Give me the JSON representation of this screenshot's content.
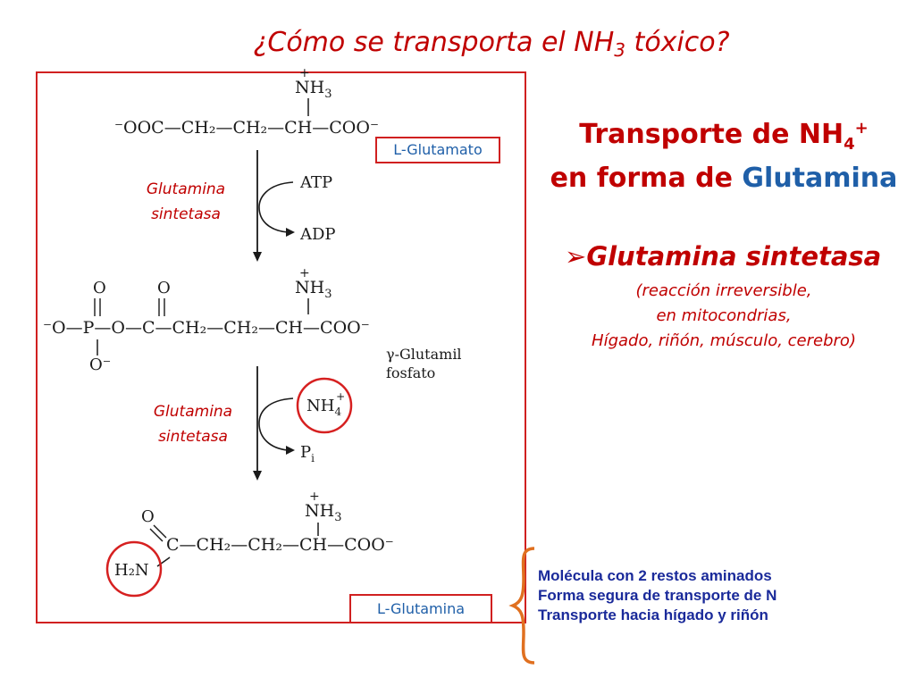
{
  "title": {
    "pre": "¿Cómo se transporta el NH",
    "sub": "3",
    "post": " tóxico?"
  },
  "scheme": {
    "glutamate": {
      "nh3": "NH",
      "nh3_sub": "3",
      "plus": "+",
      "chain": "⁻OOC—CH₂—CH₂—CH—COO⁻"
    },
    "step1": {
      "atp": "ATP",
      "adp": "ADP"
    },
    "gamma_glutamyl_phosphate": {
      "nh3": "NH",
      "nh3_sub": "3",
      "plus": "+",
      "o_top1": "O",
      "o_top2": "O",
      "o_bottom": "O⁻",
      "chain": "⁻O—P—O—C—CH₂—CH₂—CH—COO⁻",
      "label_line1": "γ-Glutamil",
      "label_line2": "fosfato"
    },
    "step2": {
      "nh4": "NH",
      "nh4_sub": "4",
      "nh4_plus": "+",
      "pi": "P",
      "pi_sub": "i"
    },
    "glutamine": {
      "nh3": "NH",
      "nh3_sub": "3",
      "plus": "+",
      "o_top": "O",
      "chain": "C—CH₂—CH₂—CH—COO⁻",
      "h2n": "H₂N"
    }
  },
  "enzyme_labels": [
    {
      "line1": "Glutamina",
      "line2": "sintetasa"
    },
    {
      "line1": "Glutamina",
      "line2": "sintetasa"
    }
  ],
  "labels": {
    "glutamate": "L-Glutamato",
    "glutamine": "L-Glutamina"
  },
  "right": {
    "heading_line1_pre": "Transporte de  NH",
    "heading_line1_sub": "4",
    "heading_line1_sup": "+",
    "heading_line2_pre": "en forma de ",
    "heading_line2_blue": "Glutamina",
    "bullet_symbol": "➢",
    "bullet_text": "Glutamina sintetasa",
    "notes": [
      "(reacción irreversible,",
      "en mitocondrias,",
      "Hígado, riñón, músculo, cerebro)"
    ]
  },
  "brace_notes": [
    "Molécula con 2 restos aminados",
    "Forma segura de transporte de N",
    "Transporte hacia hígado y riñón"
  ],
  "colors": {
    "title_red": "#c00000",
    "label_blue": "#1f5fa8",
    "note_blue": "#1a2a9a",
    "frame_red": "#d02020"
  }
}
